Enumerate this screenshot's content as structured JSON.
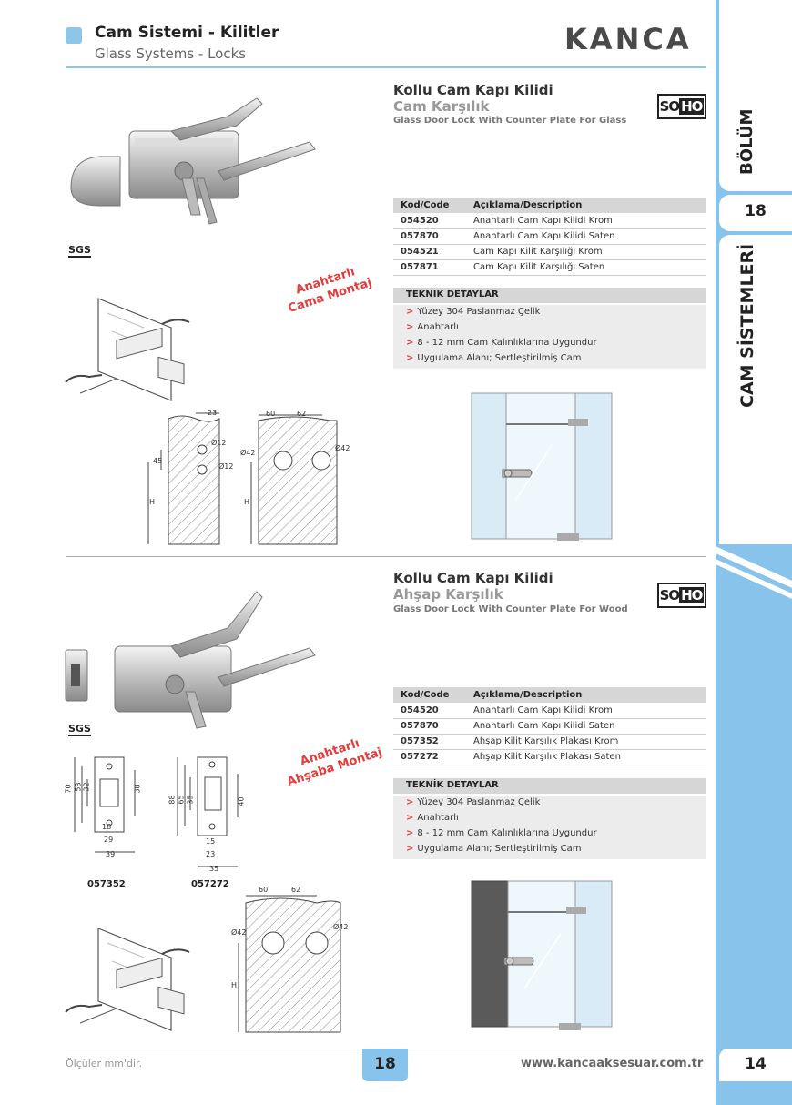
{
  "header": {
    "title": "Cam Sistemi - Kilitler",
    "subtitle": "Glass Systems - Locks",
    "brand": "KANCA"
  },
  "sidebar": {
    "section_label": "BÖLÜM",
    "section_number": "18",
    "category_label": "CAM SİSTEMLERİ"
  },
  "products": [
    {
      "title": "Kollu Cam Kapı Kilidi",
      "subtitle": "Cam Karşılık",
      "english": "Glass Door Lock With Counter Plate For Glass",
      "badge_so": "SO",
      "badge_ho": "HO",
      "stamp_line1": "Anahtarlı",
      "stamp_line2": "Cama Montaj",
      "sgs": "SGS",
      "table_headers": [
        "Kod/Code",
        "Açıklama/Description"
      ],
      "rows": [
        {
          "code": "054520",
          "desc": "Anahtarlı Cam Kapı Kilidi Krom"
        },
        {
          "code": "057870",
          "desc": "Anahtarlı Cam Kapı Kilidi Saten"
        },
        {
          "code": "054521",
          "desc": "Cam Kapı Kilit Karşılığı Krom"
        },
        {
          "code": "057871",
          "desc": "Cam Kapı Kilit Karşılığı Saten"
        }
      ],
      "details_title": "TEKNİK DETAYLAR",
      "details": [
        "Yüzey 304 Paslanmaz Çelik",
        "Anahtarlı",
        "8 - 12 mm Cam Kalınlıklarına Uygundur",
        "Uygulama Alanı; Sertleştirilmiş Cam"
      ],
      "dims": {
        "d1": "23",
        "d2": "Ø12",
        "d3": "45",
        "d4": "Ø12",
        "d5": "H",
        "d6": "60",
        "d7": "62",
        "d8": "Ø42",
        "d9": "Ø42",
        "d10": "H"
      }
    },
    {
      "title": "Kollu Cam Kapı Kilidi",
      "subtitle": "Ahşap Karşılık",
      "english": "Glass Door Lock With Counter Plate For Wood",
      "badge_so": "SO",
      "badge_ho": "HO",
      "stamp_line1": "Anahtarlı",
      "stamp_line2": "Ahşaba Montaj",
      "sgs": "SGS",
      "table_headers": [
        "Kod/Code",
        "Açıklama/Description"
      ],
      "rows": [
        {
          "code": "054520",
          "desc": "Anahtarlı Cam Kapı Kilidi Krom"
        },
        {
          "code": "057870",
          "desc": "Anahtarlı Cam Kapı Kilidi Saten"
        },
        {
          "code": "057352",
          "desc": "Ahşap Kilit Karşılık Plakası Krom"
        },
        {
          "code": "057272",
          "desc": "Ahşap Kilit Karşılık Plakası Saten"
        }
      ],
      "details_title": "TEKNİK DETAYLAR",
      "details": [
        "Yüzey 304 Paslanmaz Çelik",
        "Anahtarlı",
        "8 - 12 mm Cam Kalınlıklarına Uygundur",
        "Uygulama Alanı; Sertleştirilmiş Cam"
      ],
      "plate_codes": [
        "057352",
        "057272"
      ],
      "plate_a_dims": {
        "a": "70",
        "b": "53",
        "c": "32",
        "d": "38",
        "e": "18",
        "f": "29",
        "g": "39"
      },
      "plate_b_dims": {
        "a": "88",
        "b": "65",
        "c": "35",
        "d": "40",
        "e": "15",
        "f": "23",
        "g": "35"
      },
      "dims": {
        "d6": "60",
        "d7": "62",
        "d8": "Ø42",
        "d9": "Ø42",
        "d10": "H"
      }
    }
  ],
  "footer": {
    "note": "Ölçüler mm'dir.",
    "page_left": "18",
    "website": "www.kancaaksesuar.com.tr",
    "page_right": "14"
  },
  "colors": {
    "accent": "#87c3ea",
    "stamp_red": "#e53b3b",
    "table_header": "#d6d6d6"
  }
}
